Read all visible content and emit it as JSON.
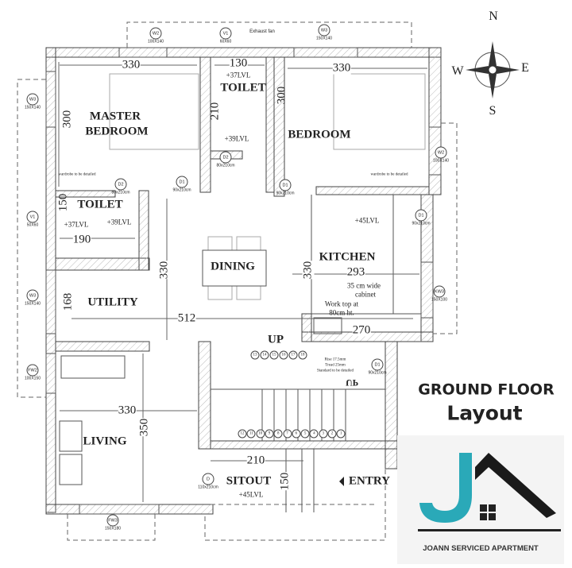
{
  "title": {
    "line1": "GROUND FLOOR",
    "line2": "Layout"
  },
  "logo": {
    "brand": "JOANN SERVICED APARTMENT",
    "letter": "J",
    "accent_color": "#2aa9b8",
    "roof_color": "#1a1a1a"
  },
  "compass": {
    "n": "N",
    "s": "S",
    "e": "E",
    "w": "W"
  },
  "rooms": {
    "master_bedroom_1": "MASTER",
    "master_bedroom_2": "BEDROOM",
    "bedroom": "BEDROOM",
    "toilet_top": "TOILET",
    "toilet_left": "TOILET",
    "dining": "DINING",
    "kitchen": "KITCHEN",
    "utility": "UTILITY",
    "living": "LIVING",
    "sitout": "SITOUT",
    "entry": "ENTRY",
    "up": "UP",
    "up_mirrored": "UP"
  },
  "dimensions": {
    "mb_w": "330",
    "mb_h": "300",
    "tt_w": "130",
    "tt_h": "210",
    "bed_w": "330",
    "bed_h": "300",
    "tl_h": "150",
    "tl_w": "190",
    "dining_h": "330",
    "kitchen_h": "330",
    "kitchen_w": "293",
    "worktop_w": "270",
    "utility_h": "168",
    "utility_w": "512",
    "living_w": "330",
    "living_h": "350",
    "sitout_w": "210",
    "sitout_h": "150"
  },
  "levels": {
    "tt_upper": "+37LVL",
    "tt_lower": "+39LVL",
    "tl_left": "+37LVL",
    "tl_right": "+39LVL",
    "kitchen": "+45LVL",
    "sitout": "+45LVL"
  },
  "notes": {
    "exhaust": "Exhaust fan",
    "cabinet_1": "35 cm wide",
    "cabinet_2": "cabinet",
    "worktop_1": "Work top at",
    "worktop_2": "80cm ht.",
    "stair_1": "Rise 17.5mm",
    "stair_2": "Tread 25mm",
    "stair_3": "Standard to be detailed",
    "wardrobe": "wardrobe to be detailed"
  },
  "openings": [
    {
      "tag": "W2",
      "size": "100X140"
    },
    {
      "tag": "V1",
      "size": "60X60"
    },
    {
      "tag": "W3",
      "size": "150X140"
    },
    {
      "tag": "W3",
      "size": "150X140"
    },
    {
      "tag": "V1",
      "size": "50X60"
    },
    {
      "tag": "W3",
      "size": "150X140"
    },
    {
      "tag": "FW2",
      "size": "100X150"
    },
    {
      "tag": "W2",
      "size": "100X140"
    },
    {
      "tag": "D1",
      "size": "90x210cm"
    },
    {
      "tag": "KW3",
      "size": "150X100"
    },
    {
      "tag": "D2",
      "size": "80x210cm"
    },
    {
      "tag": "D1",
      "size": "90x210cm"
    },
    {
      "tag": "D2",
      "size": "80x210cm"
    },
    {
      "tag": "D1",
      "size": "90x210cm"
    },
    {
      "tag": "D1",
      "size": "90x210cm"
    },
    {
      "tag": "D",
      "size": "110x210cm"
    },
    {
      "tag": "FW3",
      "size": "150X180"
    }
  ],
  "steps_upper": [
    "13",
    "14",
    "15",
    "16",
    "17",
    "18"
  ],
  "steps_lower": [
    "12",
    "11",
    "10",
    "9",
    "8",
    "7",
    "6",
    "5",
    "4",
    "3",
    "2",
    "1"
  ]
}
